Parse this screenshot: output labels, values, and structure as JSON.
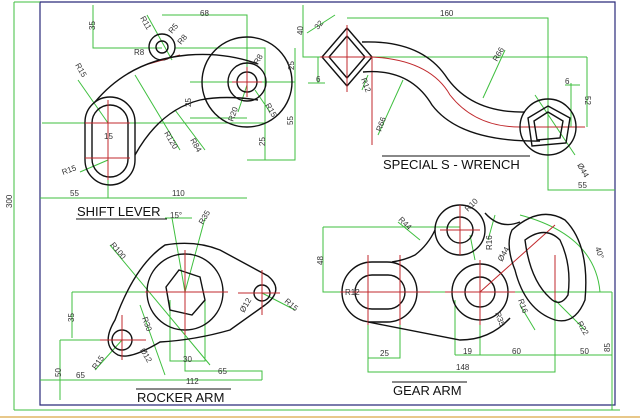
{
  "drawings": {
    "shift_lever": {
      "title": "SHIFT LEVER",
      "dims": [
        "68",
        "35",
        "R11",
        "R5",
        "R8",
        "R8",
        "R15",
        "R8",
        "25",
        "25",
        "R20",
        "R15",
        "R120",
        "R84",
        "15",
        "R15",
        "55",
        "25",
        "55",
        "110"
      ]
    },
    "wrench": {
      "title": "SPECIAL S - WRENCH",
      "dims": [
        "40",
        "32",
        "160",
        "R66",
        "6",
        "R12",
        "R66",
        "6",
        "52",
        "Ø44",
        "55"
      ]
    },
    "rocker_arm": {
      "title": "ROCKER ARM",
      "dims": [
        "15°",
        "R35",
        "R100",
        "Ø12",
        "R15",
        "35",
        "R30",
        "R15",
        "Ø12",
        "30",
        "65",
        "50",
        "65",
        "112"
      ]
    },
    "gear_arm": {
      "title": "GEAR ARM",
      "dims": [
        "R44",
        "R10",
        "48",
        "R12",
        "R16",
        "Ø44",
        "40°",
        "R16",
        "R35",
        "R22",
        "25",
        "19",
        "60",
        "50",
        "148",
        "85"
      ]
    },
    "overall": {
      "height_dim": "300"
    }
  }
}
